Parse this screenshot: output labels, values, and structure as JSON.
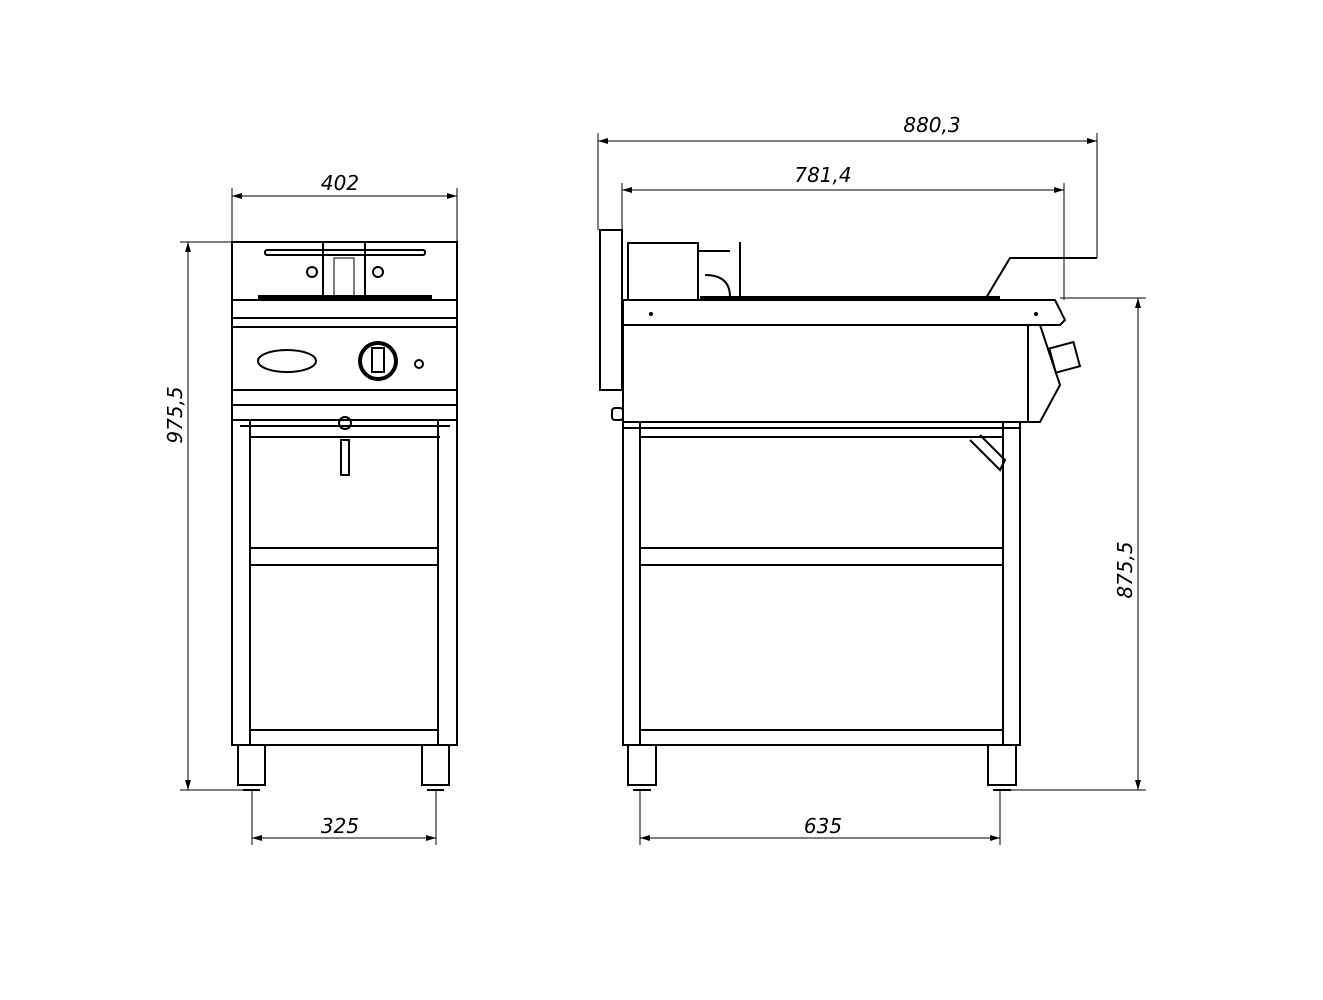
{
  "dimensions": {
    "front_width_top": "402",
    "front_height_total": "975,5",
    "front_width_legs": "325",
    "side_overall_depth": "880,3",
    "side_body_depth": "781,4",
    "side_height_to_worktop": "875,5",
    "side_depth_legs": "635"
  },
  "colors": {
    "line": "#000000",
    "background": "#ffffff"
  }
}
